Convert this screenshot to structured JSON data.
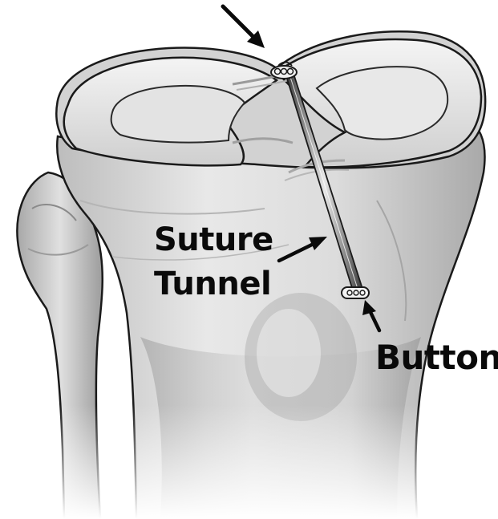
{
  "figure": {
    "subject": "tibial-plateau-meniscus-root-repair",
    "icons": [
      "tibia-bone-icon",
      "fibula-bone-icon",
      "meniscus-icon",
      "suture-tunnel-icon",
      "button-anchor-icon",
      "arrow-icon"
    ],
    "colors": {
      "background": "#ffffff",
      "bone_light": "#e6e6e6",
      "bone_shadow": "#8a8a8a",
      "outline": "#1a1a1a",
      "label": "#0a0a0a"
    }
  },
  "labels": {
    "suture_line1": "Suture",
    "suture_line2": "Tunnel",
    "button": "Button"
  }
}
